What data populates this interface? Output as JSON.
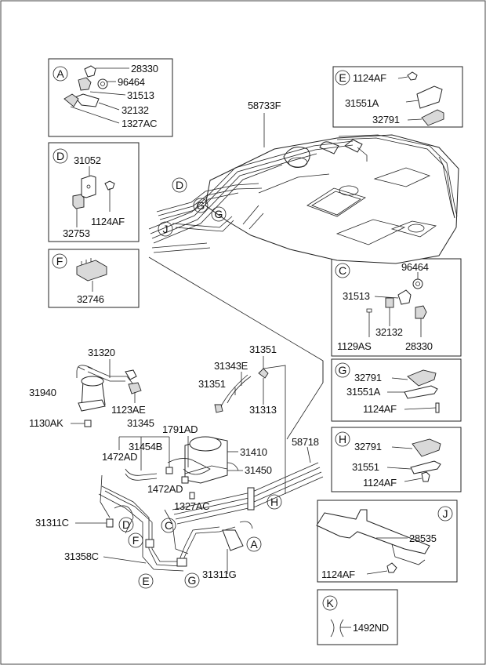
{
  "title_bar": "",
  "boxes": {
    "A": {
      "letter": "A",
      "parts": [
        "28330",
        "96464",
        "31513",
        "32132",
        "1327AC"
      ]
    },
    "D": {
      "letter": "D",
      "parts": [
        "31052",
        "1124AF",
        "32753"
      ]
    },
    "F": {
      "letter": "F",
      "parts": [
        "32746"
      ]
    },
    "E": {
      "letter": "E",
      "parts": [
        "1124AF",
        "31551A",
        "32791"
      ]
    },
    "C": {
      "letter": "C",
      "parts": [
        "96464",
        "31513",
        "32132",
        "1129AS",
        "28330"
      ]
    },
    "G": {
      "letter": "G",
      "parts": [
        "32791",
        "31551A",
        "1124AF"
      ]
    },
    "H": {
      "letter": "H",
      "parts": [
        "32791",
        "31551",
        "1124AF"
      ]
    },
    "J": {
      "letter": "J",
      "parts": [
        "28535",
        "1124AF"
      ]
    },
    "K": {
      "letter": "K",
      "parts": [
        "1492ND"
      ]
    }
  },
  "main_labels": {
    "tank_line": "58733F",
    "main_line": "58718",
    "l31320": "31320",
    "l31940": "31940",
    "l1123AE": "1123AE",
    "l1130AK": "1130AK",
    "l31345": "31345",
    "l1791AD": "1791AD",
    "l31454B": "31454B",
    "l1472AD_a": "1472AD",
    "l1472AD_b": "1472AD",
    "l31410": "31410",
    "l31450": "31450",
    "l1327AC": "1327AC",
    "l31351_a": "31351",
    "l31343E": "31343E",
    "l31351_b": "31351",
    "l31313": "31313",
    "l31311C": "31311C",
    "l31358C": "31358C",
    "l31311G": "31311G"
  },
  "callouts": {
    "tank_D": "D",
    "tank_G1": "G",
    "tank_G2": "G",
    "tank_J": "J",
    "low_H": "H",
    "low_A": "A",
    "low_C": "C",
    "low_D": "D",
    "low_F": "F",
    "low_E": "E",
    "low_G": "G"
  }
}
